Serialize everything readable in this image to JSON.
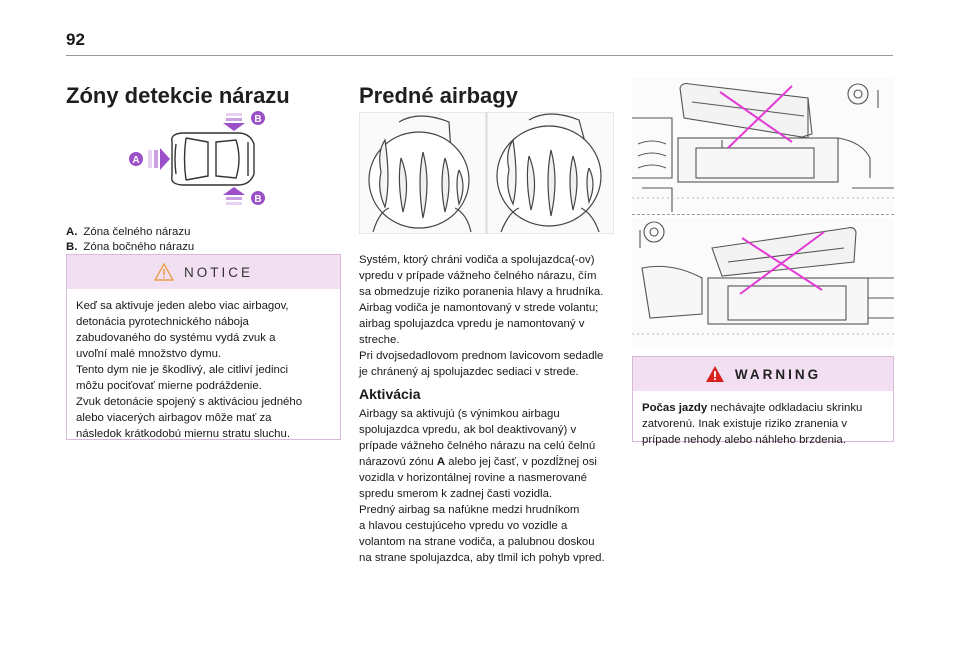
{
  "page": {
    "number": "92"
  },
  "col1": {
    "title": "Zóny detekcie nárazu",
    "figure_labels": {
      "a": "A",
      "b": "B"
    },
    "legend": [
      {
        "key": "A.",
        "text": "Zóna čelného nárazu"
      },
      {
        "key": "B.",
        "text": "Zóna bočného nárazu"
      }
    ],
    "notice": {
      "label": "NOTICE",
      "lines": [
        "Keď sa aktivuje jeden alebo viac airbagov,",
        "detonácia pyrotechnického nábojа",
        "zabudovaného do systému vydá zvuk a",
        "uvoľní malé množstvo dymu.",
        "Tento dym nie je škodlivý, ale citliví jedinci",
        "môžu pociťovať mierne podráždenie.",
        "Zvuk detonácie spojený s aktiváciou jedného",
        "alebo viacerých airbagov môže mať za",
        "následok krátkodobú miernu stratu sluchu."
      ]
    }
  },
  "col2": {
    "title": "Predné airbagy",
    "intro_lines": [
      "Systém, ktorý chráni vodiča a spolujazdca(-ov)",
      "vpredu v prípade vážneho čelného nárazu, čím",
      "sa obmedzuje riziko poranenia hlavy a hrudníka.",
      "Airbag vodiča je namontovaný v strede volantu;",
      "airbag spolujazdca vpredu je namontovaný v",
      "streche.",
      "Pri dvojsedadlovom prednom lavicovom sedadle",
      "je chránený aj spolujazdec sediaci v strede."
    ],
    "activation": {
      "title": "Aktivácia",
      "lines": [
        "Airbagy sa aktivujú (s výnimkou airbagu",
        "spolujazdca vpredu, ak bol deaktivovaný) v",
        "prípade vážneho čelného nárazu na celú čelnú",
        "nárazovú zónu ",
        "A",
        " alebo jej časť, v pozdĺžnej osi",
        "vozidla v horizontálnej rovine a nasmerované",
        "spredu smerom k zadnej časti vozidla.",
        "Predný airbag sa nafúkne medzi hrudníkom",
        "a hlavou cestujúceho vpredu vo vozidle a",
        "volantom na strane vodiča, a palubnou doskou",
        "na strane spolujazdca, aby tlmil ich pohyb vpred."
      ]
    }
  },
  "col3": {
    "warning": {
      "label": "WARNING",
      "bold_lead": "Počas jazdy",
      "line1_rest": " nechávajte odkladaciu skrinku",
      "line2": "zatvorenú. Inak existuje riziko zranenia v",
      "line3": "prípade nehody alebo náhleho brzdenia."
    }
  },
  "colors": {
    "accent_pink": "#f2dff2",
    "arrow_purple": "#9b4fc8",
    "cross_magenta": "#e23bd6",
    "warning_red": "#d8231f"
  }
}
